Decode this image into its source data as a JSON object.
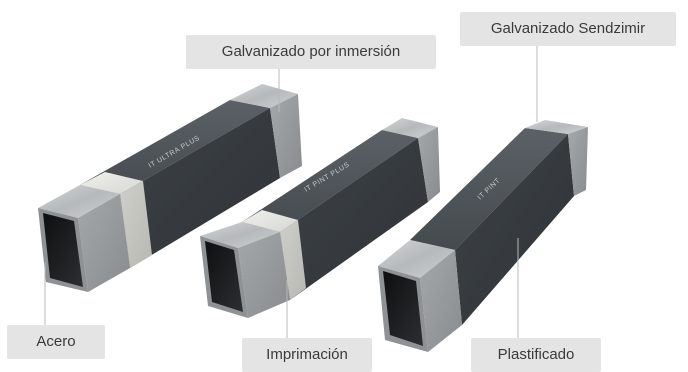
{
  "labels": {
    "galvanizado_inmersion": "Galvanizado por inmersión",
    "galvanizado_sendzimir": "Galvanizado Sendzimir",
    "acero": "Acero",
    "imprimacion": "Imprimación",
    "plastificado": "Plastificado"
  },
  "posts": [
    {
      "brand": "IT ULTRA PLUS"
    },
    {
      "brand": "IT PINT PLUS"
    },
    {
      "brand": "IT PINT"
    }
  ],
  "colors": {
    "plastic": "#4a5055",
    "primer": "#e6e6e2",
    "galvanized": "#c3c6c8",
    "steel_interior": "#1c1d1f",
    "label_bg": "#e4e4e4",
    "leader_line": "#b9b9b9"
  }
}
